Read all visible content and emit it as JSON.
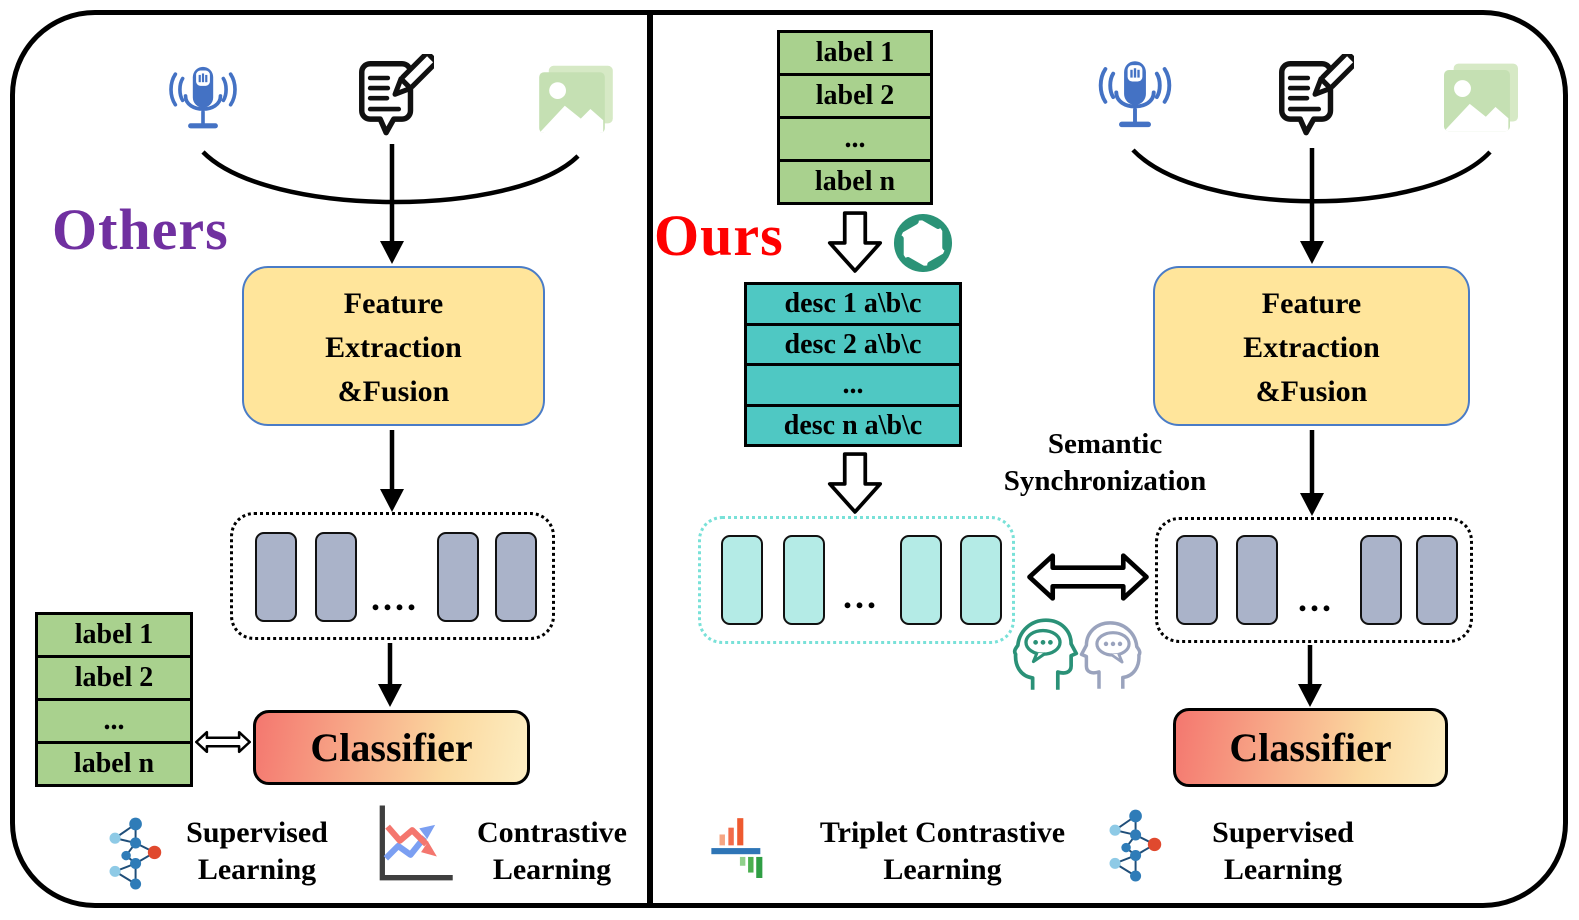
{
  "colors": {
    "others_title": "#7030a0",
    "ours_title": "#fe0000",
    "feature_box_fill": "#ffe59b",
    "feature_box_border": "#4a7cc7",
    "label_row_fill": "#a9d18e",
    "desc_row_fill": "#4fc8c3",
    "vector_gray_fill": "#aab3c9",
    "vector_teal_fill": "#b4ebe6",
    "teal_dotted_border": "#79e1d8",
    "classifier_gradient_left": "#f4776f",
    "classifier_gradient_right": "#fdeec3",
    "microphone_blue": "#4472c4",
    "image_icon_green": "#c5e0b3",
    "gpt_logo_green": "#2b9377",
    "head_icon_green": "#2a9177",
    "head_icon_gray": "#9aa3bd"
  },
  "left_panel": {
    "title": "Others",
    "modalities": [
      "microphone-icon",
      "text-note-icon",
      "image-icon"
    ],
    "feature_box_lines": [
      "Feature",
      "Extraction",
      "&Fusion"
    ],
    "vector_ellipsis": "....",
    "label_stack": [
      "label 1",
      "label 2",
      "...",
      "label n"
    ],
    "classifier_label": "Classifier",
    "legend": [
      {
        "icon": "neural-network-icon",
        "lines": [
          "Supervised",
          "Learning"
        ]
      },
      {
        "icon": "contrastive-chart-icon",
        "lines": [
          "Contrastive",
          "Learning"
        ]
      }
    ]
  },
  "middle_panel": {
    "title": "Ours",
    "label_stack": [
      "label 1",
      "label 2",
      "...",
      "label n"
    ],
    "llm_icon": "gpt-logo-icon",
    "desc_stack": [
      "desc 1 a\\b\\c",
      "desc 2 a\\b\\c",
      "...",
      "desc n a\\b\\c"
    ],
    "vector_ellipsis": "...",
    "semantic_sync_lines": [
      "Semantic",
      "Synchronization"
    ],
    "dialogue_icons": [
      "head-speech-green-icon",
      "head-speech-gray-icon"
    ],
    "legend": [
      {
        "icon": "triplet-bars-icon",
        "lines": [
          "Triplet Contrastive",
          "Learning"
        ]
      },
      {
        "icon": "neural-network-icon",
        "lines": [
          "Supervised",
          "Learning"
        ]
      }
    ]
  },
  "right_panel": {
    "modalities": [
      "microphone-icon",
      "text-note-icon",
      "image-icon"
    ],
    "feature_box_lines": [
      "Feature",
      "Extraction",
      "&Fusion"
    ],
    "vector_ellipsis": "...",
    "classifier_label": "Classifier"
  }
}
